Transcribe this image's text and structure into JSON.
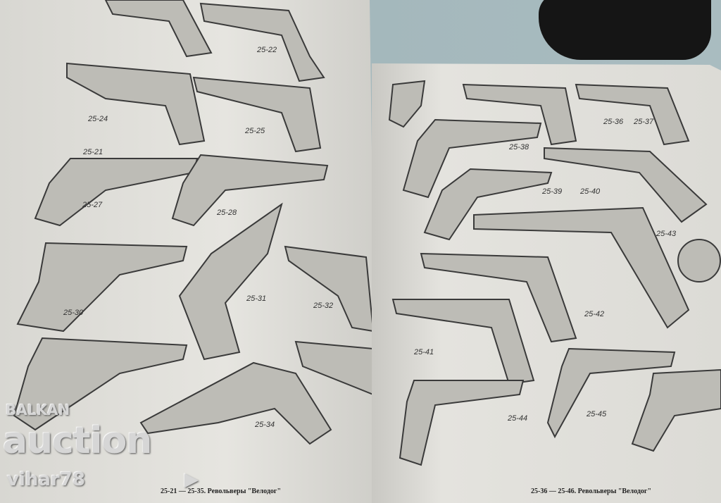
{
  "left_page": {
    "labels": [
      "25-21",
      "25-22",
      "25-24",
      "25-25",
      "25-27",
      "25-28",
      "25-30",
      "25-31",
      "25-32",
      "25-34"
    ],
    "caption": "25-21 — 25-35. Револьверы \"Велодог\""
  },
  "right_page": {
    "labels": [
      "25-36",
      "25-37",
      "25-38",
      "25-39",
      "25-40",
      "25-41",
      "25-42",
      "25-43",
      "25-44",
      "25-45"
    ],
    "caption": "25-36 — 25-46. Револьверы \"Велодог\""
  },
  "watermark": {
    "brand_top": "BALKAN",
    "brand": "auction",
    "user": "vihar78"
  }
}
